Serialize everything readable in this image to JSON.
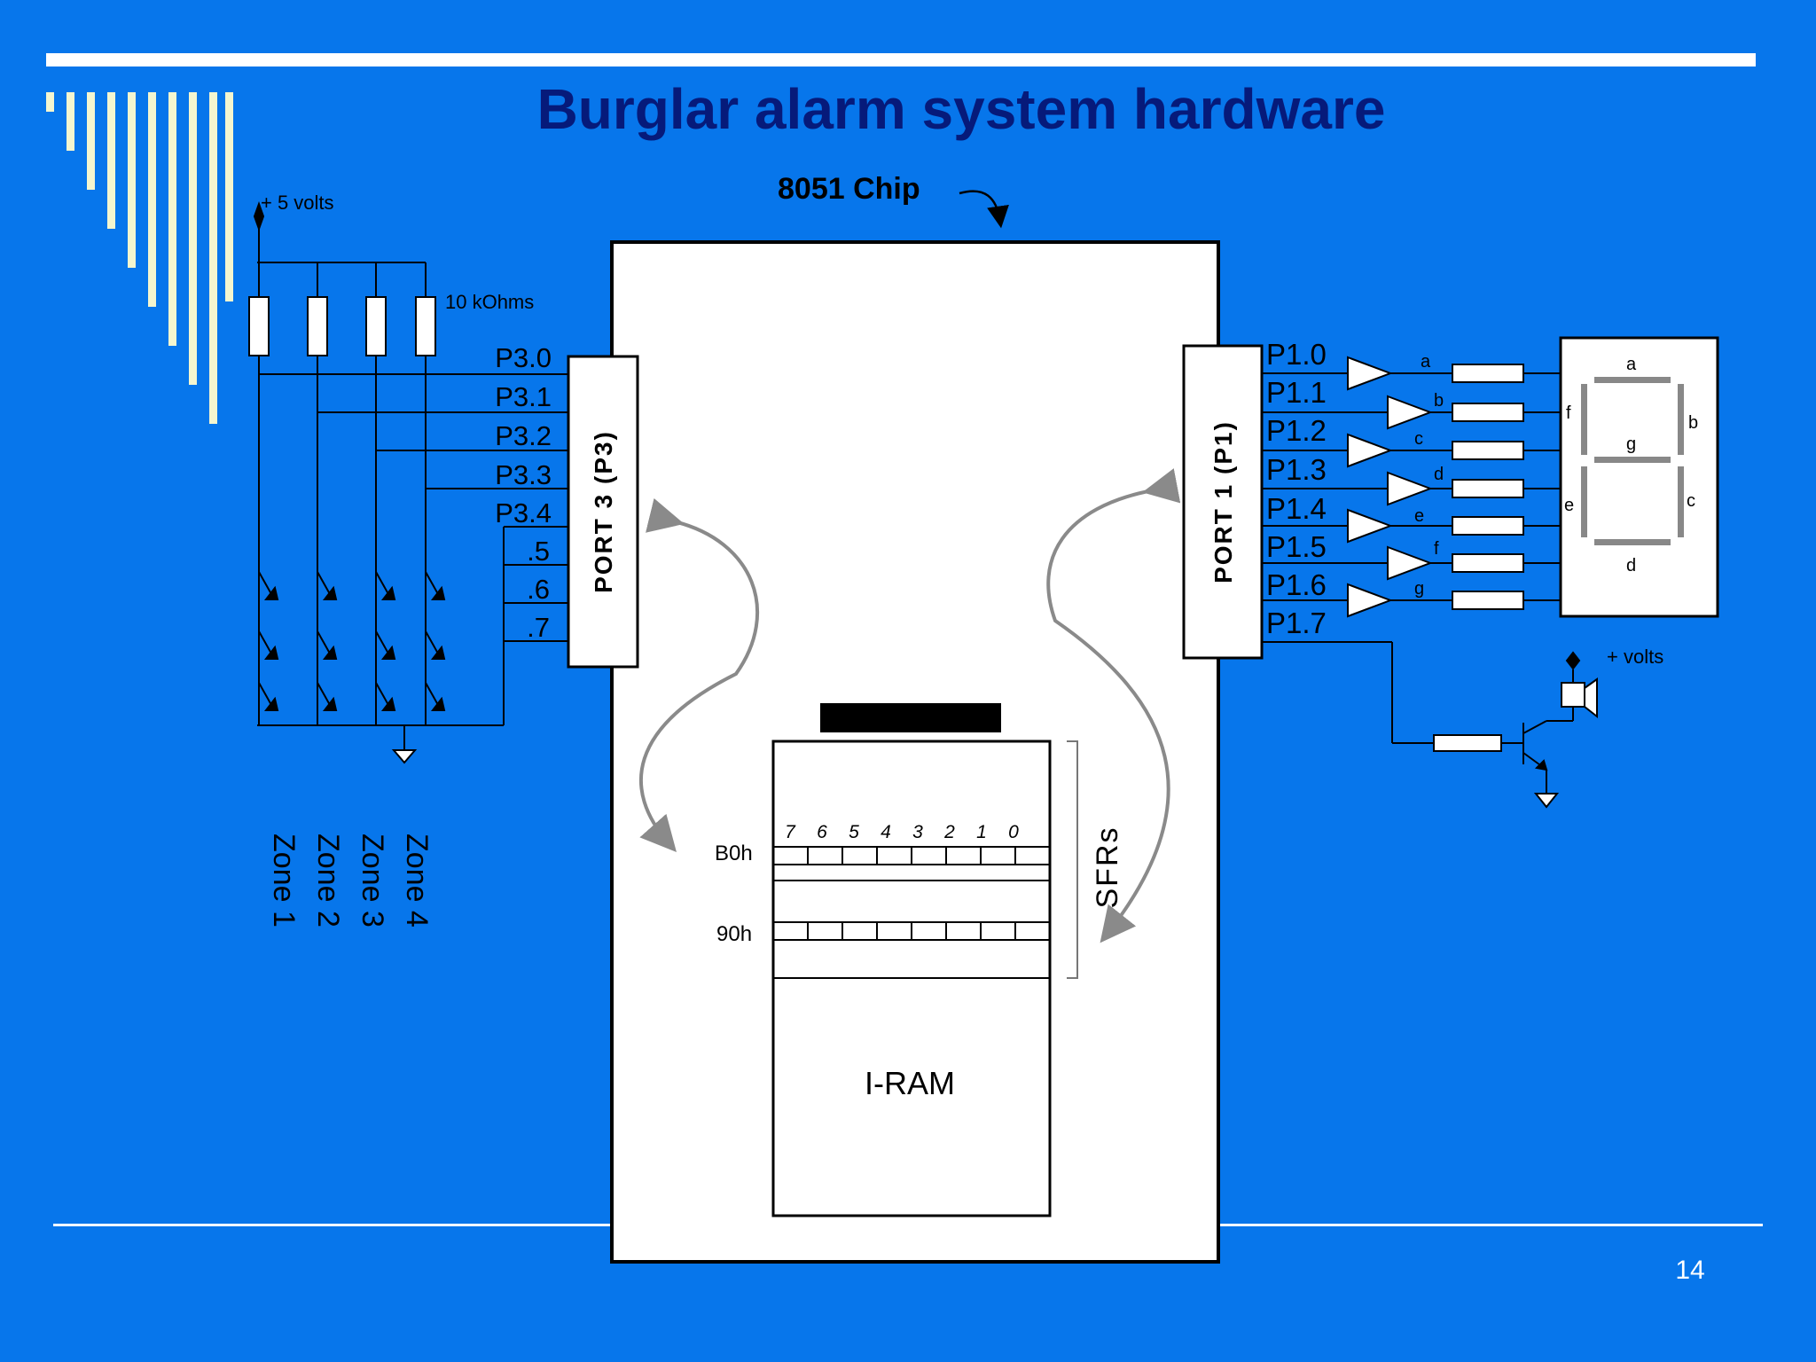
{
  "slide": {
    "title": "Burglar alarm system hardware",
    "page_number": "14"
  },
  "diagram": {
    "chip_label": "8051 Chip",
    "supply_label": "+ 5 volts",
    "resistor_label": "10 kOhms",
    "port3": {
      "label": "PORT 3 (P3)",
      "pins": [
        "P3.0",
        "P3.1",
        "P3.2",
        "P3.3",
        "P3.4",
        ".5",
        ".6",
        ".7"
      ]
    },
    "port1": {
      "label": "PORT 1 (P1)",
      "pins": [
        "P1.0",
        "P1.1",
        "P1.2",
        "P1.3",
        "P1.4",
        "P1.5",
        "P1.6",
        "P1.7"
      ]
    },
    "zones": [
      "Zone 1",
      "Zone 2",
      "Zone 3",
      "Zone 4"
    ],
    "segment_lines": [
      "a",
      "b",
      "c",
      "d",
      "e",
      "f",
      "g"
    ],
    "display_segments": {
      "a": "a",
      "b": "b",
      "c": "c",
      "d": "d",
      "e": "e",
      "f": "f",
      "g": "g"
    },
    "speaker_supply": "+ volts",
    "sfr": {
      "bits": [
        "7",
        "6",
        "5",
        "4",
        "3",
        "2",
        "1",
        "0"
      ],
      "addr_b0": "B0h",
      "addr_90": "90h",
      "sfrs_label": "SFRs",
      "iram_label": "I-RAM"
    }
  },
  "colors": {
    "background": "#0776eb",
    "title": "#061a7a",
    "chip_fill": "#ffffff",
    "stripe": "#f4f6cf",
    "arrow": "#8a8a8a",
    "segment": "#888888"
  }
}
